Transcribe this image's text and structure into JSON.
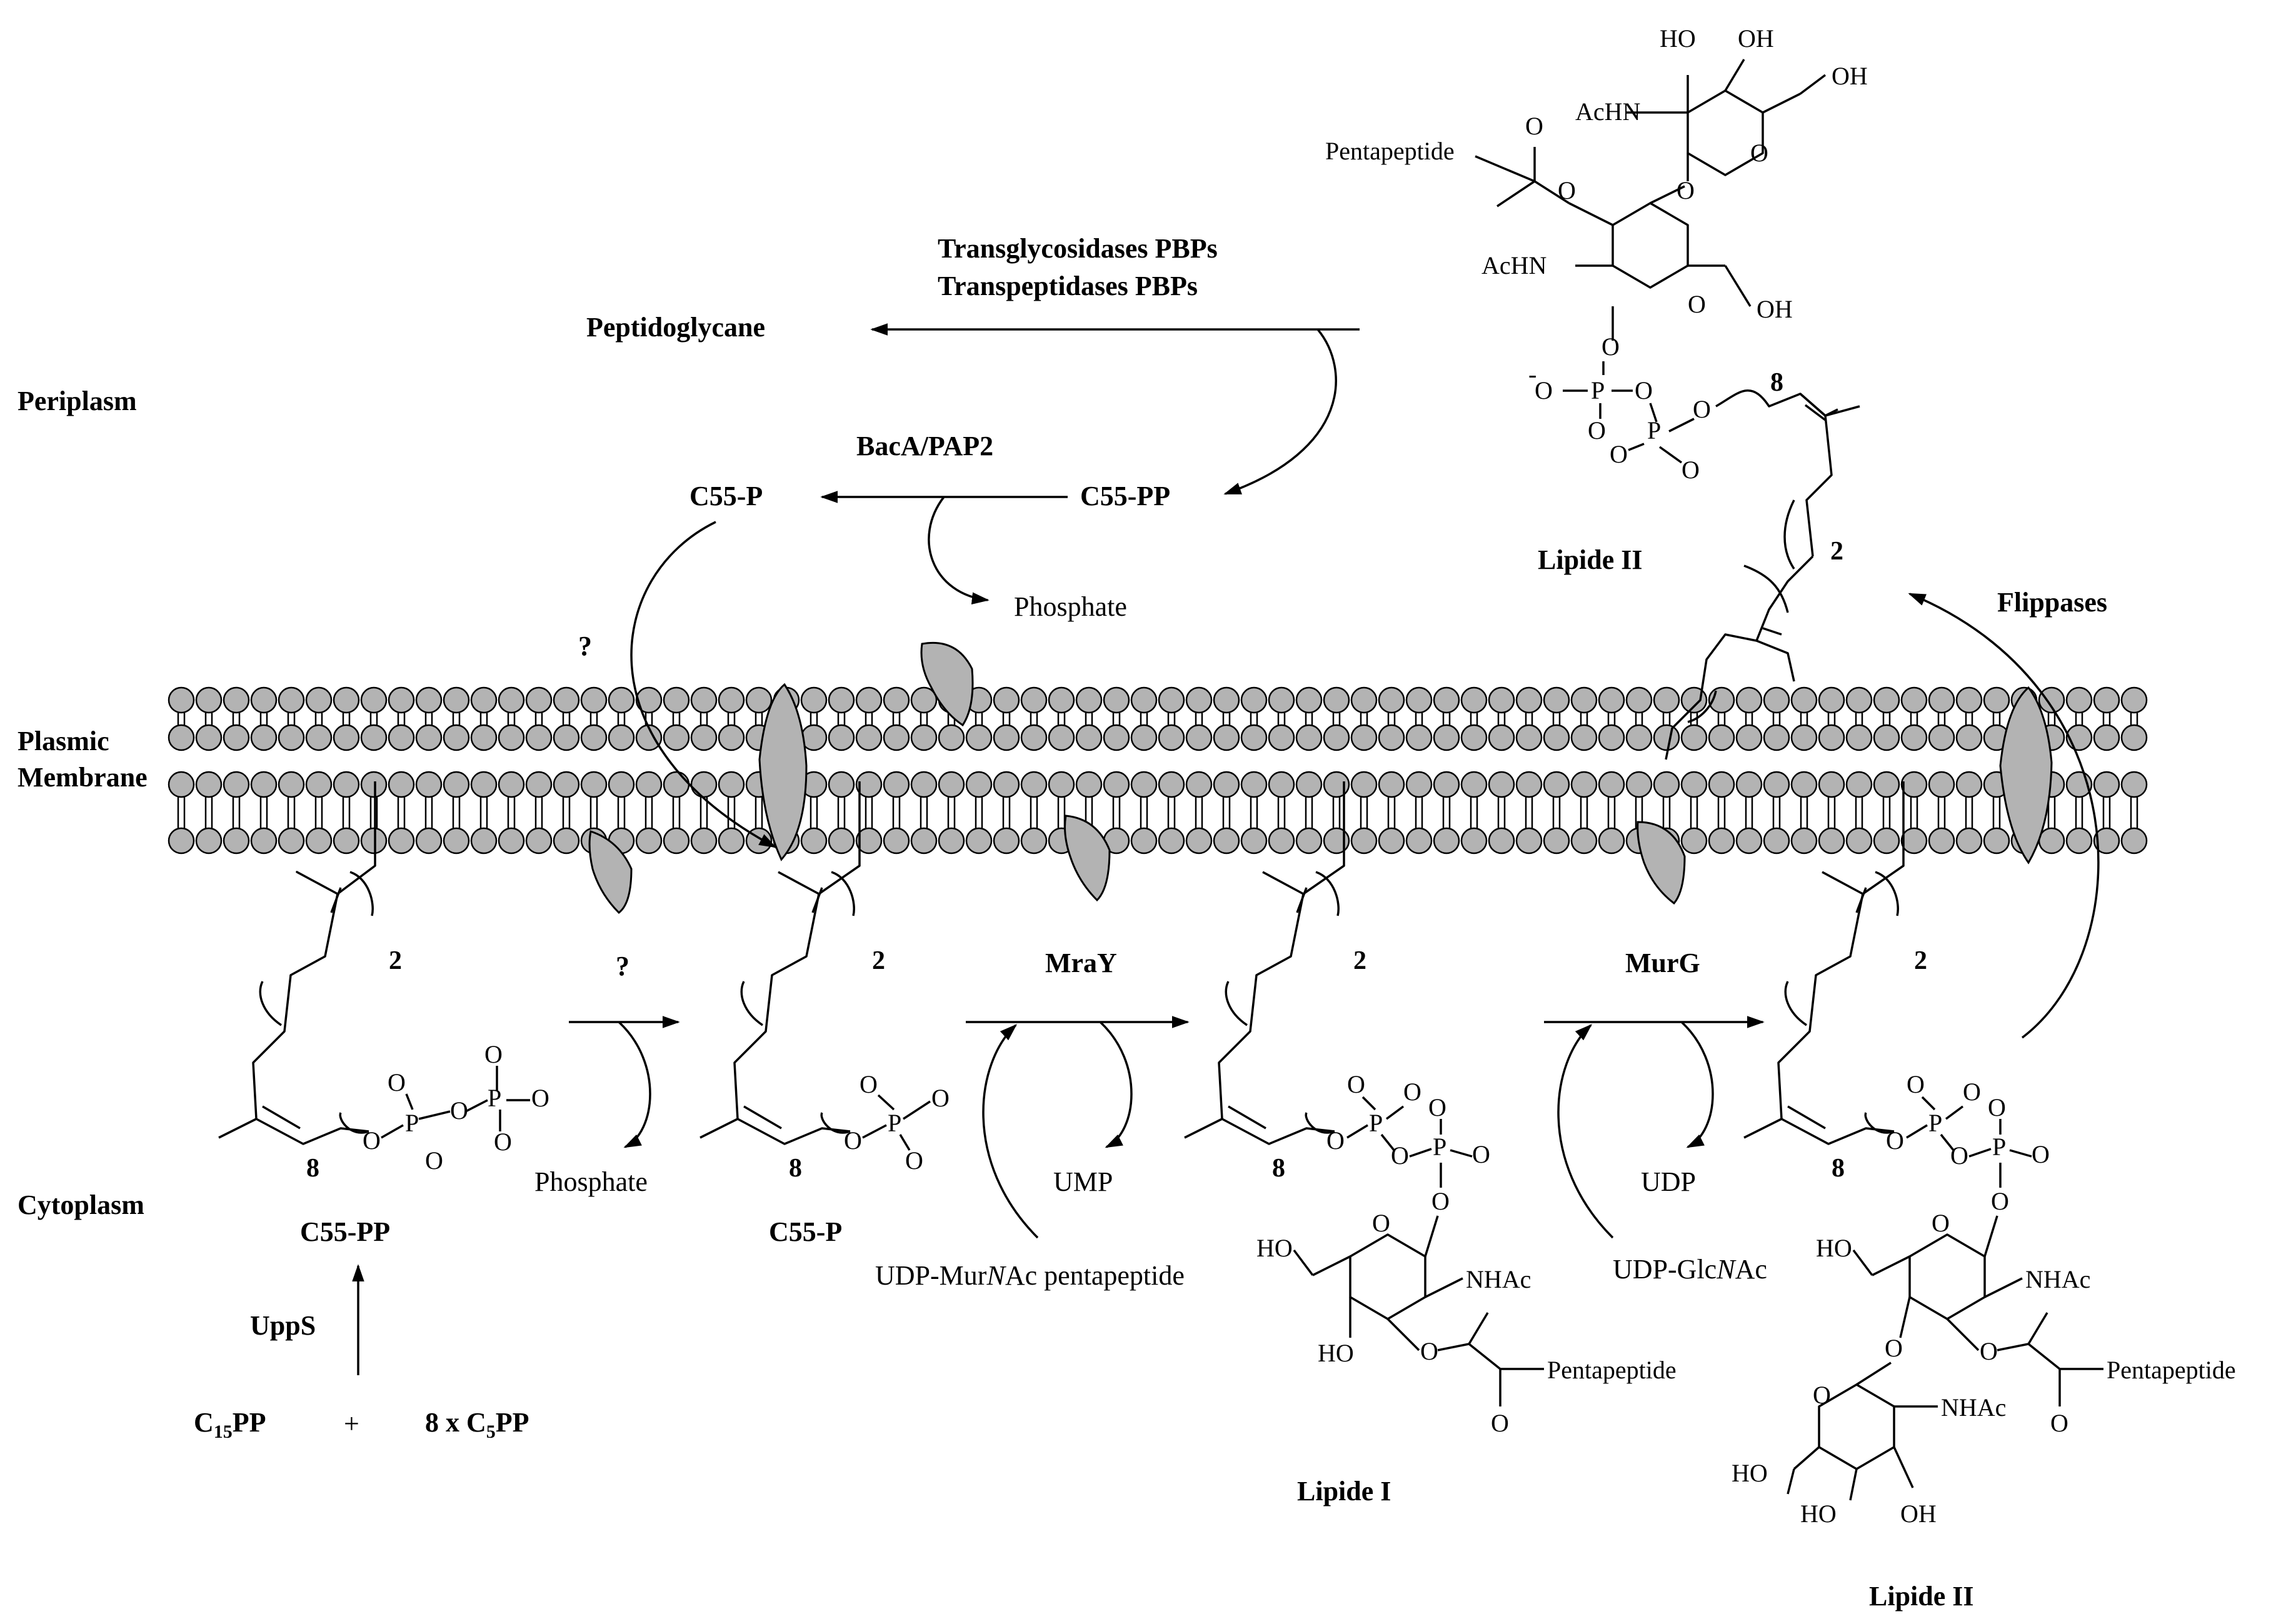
{
  "regions": {
    "periplasm": "Periplasm",
    "membrane_line1": "Plasmic",
    "membrane_line2": "Membrane",
    "cytoplasm": "Cytoplasm"
  },
  "periplasm": {
    "enzymes_line1": "Transglycosidases PBPs",
    "enzymes_line2": "Transpeptidases PBPs",
    "product": "Peptidoglycane",
    "bacA": "BacA/PAP2",
    "c55p": "C55-P",
    "c55pp": "C55-PP",
    "phosphate": "Phosphate",
    "question": "?",
    "lipid_ii": "Lipide II",
    "flippases": "Flippases",
    "repeat_8": "8",
    "repeat_2": "2"
  },
  "cytoplasm": {
    "c55pp": "C55-PP",
    "uppS": "UppS",
    "c15pp_main": "C",
    "c15pp_sub": "15",
    "c15pp_tail": "PP",
    "plus": "+",
    "c5pp_main": "8 x C",
    "c5pp_sub": "5",
    "c5pp_tail": "PP",
    "question": "?",
    "phosphate": "Phosphate",
    "c55p": "C55-P",
    "mraY": "MraY",
    "ump": "UMP",
    "udp_murnac_a": "UDP-Mur",
    "udp_murnac_b": "N",
    "udp_murnac_c": "Ac pentapeptide",
    "lipid_i": "Lipide I",
    "murG": "MurG",
    "udp": "UDP",
    "udp_glcnac_a": "UDP-Glc",
    "udp_glcnac_b": "N",
    "udp_glcnac_c": "Ac",
    "lipid_ii": "Lipide II",
    "repeat_8": "8",
    "repeat_2": "2"
  },
  "atoms": {
    "O": "O",
    "Ominus": "O",
    "minus": "-",
    "P": "P",
    "HO": "HO",
    "OH": "OH",
    "NHAc": "NHAc",
    "AcHN": "AcHN",
    "pentapeptide": "Pentapeptide"
  },
  "colors": {
    "lipid_head": "#b3b3b3",
    "protein": "#b3b3b3",
    "line": "#000000"
  }
}
